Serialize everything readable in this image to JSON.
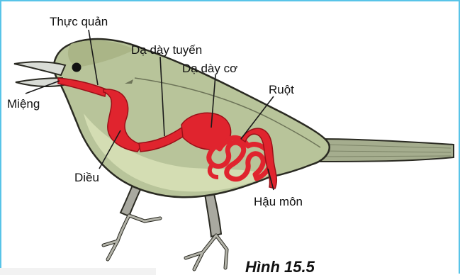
{
  "labels": {
    "esophagus": "Thực quản",
    "proventriculus": "Dạ dày tuyến",
    "gizzard": "Dạ dày cơ",
    "intestine": "Ruột",
    "mouth": "Miệng",
    "crop": "Diều",
    "anus": "Hậu môn"
  },
  "caption": "Hình 15.5",
  "colors": {
    "frame": "#58c4e8",
    "body": "#b8c49a",
    "belly": "#d7e0b6",
    "organ": "#e0242e",
    "leg": "#a9a9a0",
    "outline": "#2a2a22"
  }
}
